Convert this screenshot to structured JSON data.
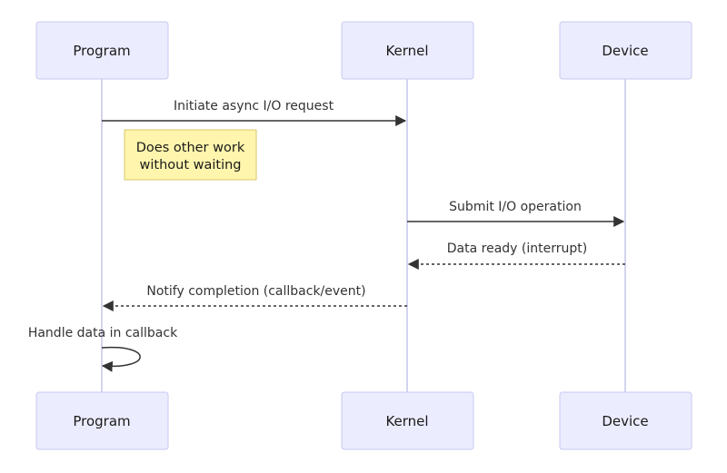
{
  "participants": {
    "program": "Program",
    "kernel": "Kernel",
    "device": "Device"
  },
  "messages": {
    "initiate": "Initiate async I/O request",
    "submit": "Submit I/O operation",
    "data_ready": "Data ready (interrupt)",
    "notify": "Notify completion (callback/event)",
    "handle": "Handle data in callback"
  },
  "note": {
    "line1": "Does other work",
    "line2": "without waiting"
  },
  "colors": {
    "actor_fill": "#ececff",
    "note_fill": "#fff5ad",
    "arrow": "#333333"
  }
}
